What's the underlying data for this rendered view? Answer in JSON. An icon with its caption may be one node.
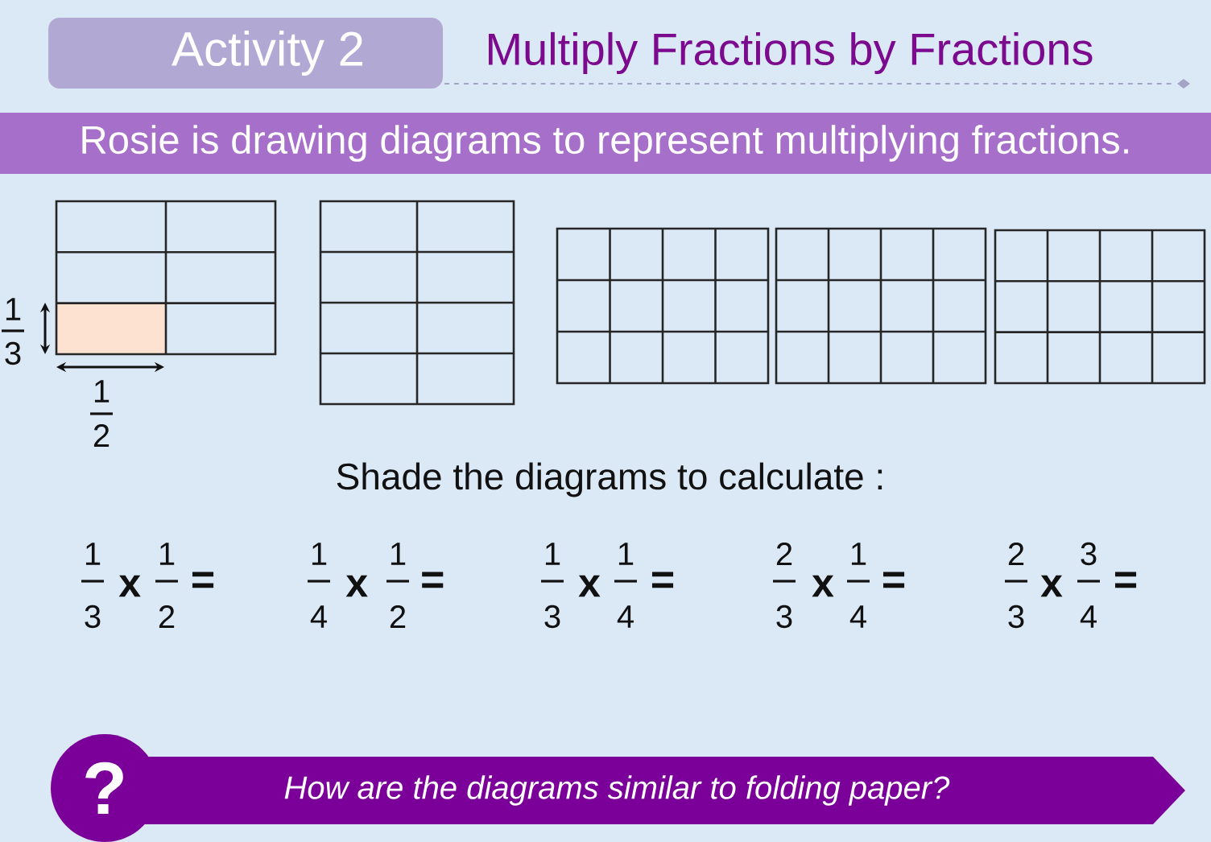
{
  "diagram": {
    "title": "Multiply Fractions by Fractions",
    "nodes": [
      {
        "text": [
          "Activity 2"
        ]
      },
      {
        "text": [
          "Rosie is drawing diagrams to represent multiplying fractions."
        ]
      },
      {
        "text": [
          "?"
        ]
      },
      {
        "text": [
          "How are the diagrams similar to folding paper?"
        ]
      }
    ],
    "labels": [
      "1",
      "3",
      "1",
      "2",
      "Shade the diagrams to calculate :",
      "1",
      "3",
      "x",
      "1",
      "2",
      "=",
      "1",
      "4",
      "x",
      "1",
      "2",
      "=",
      "1",
      "3",
      "x",
      "1",
      "4",
      "=",
      "2",
      "3",
      "x",
      "1",
      "4",
      "=",
      "2",
      "3",
      "x",
      "3",
      "4",
      "="
    ]
  }
}
